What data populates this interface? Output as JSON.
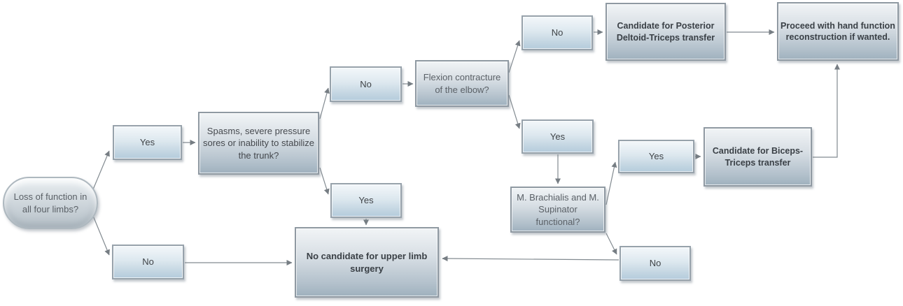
{
  "diagram": {
    "description": "Decision flowchart for upper limb surgery candidacy",
    "nodes": {
      "start": {
        "label": "Loss of function in all four limbs?",
        "shape": "terminator"
      },
      "yes1": {
        "label": "Yes",
        "shape": "process"
      },
      "no1": {
        "label": "No",
        "shape": "process"
      },
      "spasms": {
        "label": "Spasms, severe pressure sores or inability to stabilize the trunk?",
        "shape": "process"
      },
      "no2": {
        "label": "No",
        "shape": "process"
      },
      "yes2": {
        "label": "Yes",
        "shape": "process"
      },
      "flexion": {
        "label": "Flexion contracture of the elbow?",
        "shape": "process"
      },
      "no3": {
        "label": "No",
        "shape": "process"
      },
      "yes3": {
        "label": "Yes",
        "shape": "process"
      },
      "posterior": {
        "label": "Candidate for Posterior Deltoid-Triceps transfer",
        "shape": "process"
      },
      "proceed": {
        "label": "Proceed with hand function reconstruction if wanted.",
        "shape": "process"
      },
      "brachialis": {
        "label": "M. Brachialis and M. Supinator functional?",
        "shape": "process"
      },
      "yes4": {
        "label": "Yes",
        "shape": "process"
      },
      "no4": {
        "label": "No",
        "shape": "process"
      },
      "biceps": {
        "label": "Candidate for Biceps-Triceps transfer",
        "shape": "process"
      },
      "nocandidate": {
        "label": "No candidate for upper limb surgery",
        "shape": "process"
      }
    },
    "edges": [
      {
        "from": "start",
        "to": "yes1"
      },
      {
        "from": "start",
        "to": "no1"
      },
      {
        "from": "yes1",
        "to": "spasms"
      },
      {
        "from": "spasms",
        "to": "no2"
      },
      {
        "from": "spasms",
        "to": "yes2"
      },
      {
        "from": "no2",
        "to": "flexion"
      },
      {
        "from": "flexion",
        "to": "no3"
      },
      {
        "from": "flexion",
        "to": "yes3"
      },
      {
        "from": "no3",
        "to": "posterior"
      },
      {
        "from": "posterior",
        "to": "proceed"
      },
      {
        "from": "yes3",
        "to": "brachialis"
      },
      {
        "from": "brachialis",
        "to": "yes4"
      },
      {
        "from": "brachialis",
        "to": "no4"
      },
      {
        "from": "yes4",
        "to": "biceps"
      },
      {
        "from": "biceps",
        "to": "proceed"
      },
      {
        "from": "yes2",
        "to": "nocandidate"
      },
      {
        "from": "no1",
        "to": "nocandidate"
      },
      {
        "from": "no4",
        "to": "nocandidate"
      }
    ],
    "colors": {
      "background": "#ffffff",
      "small_box_top": "#f3f7fa",
      "small_box_bottom": "#b4ccdc",
      "large_box_top": "#f1f4f6",
      "large_box_bottom": "#9fb1be",
      "box_border": "#8f99a2",
      "connector_line": "#7f7f7f",
      "text_dark": "#3a4046",
      "text_gray": "#5b6167"
    }
  }
}
